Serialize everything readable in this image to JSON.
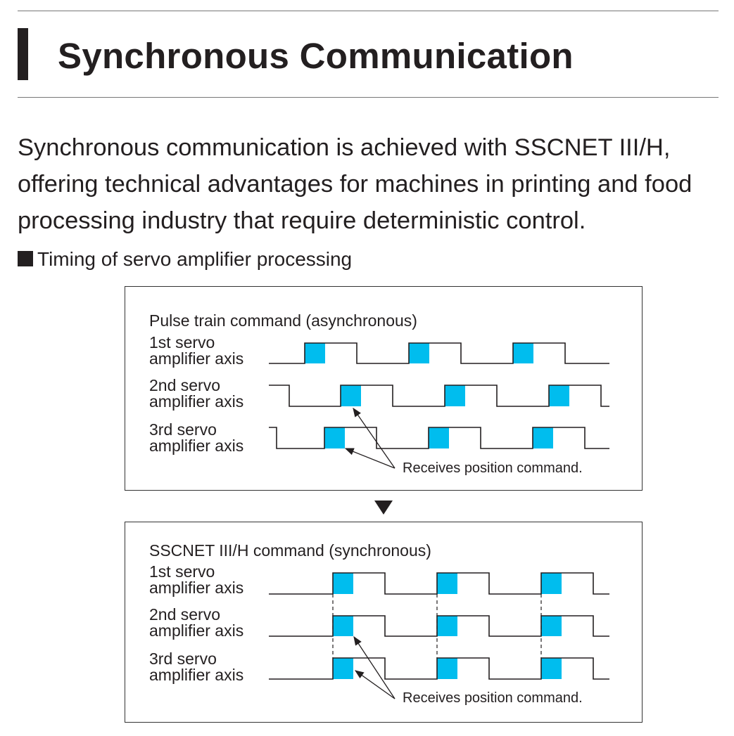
{
  "title": "Synchronous Communication",
  "intro": "Synchronous communication is achieved with SSCNET III/H, offering technical advantages for machines in printing and food processing industry that require deterministic control.",
  "section_heading": "Timing of servo amplifier processing",
  "colors": {
    "pulse_fill": "#00bdee",
    "line": "#231f20"
  },
  "diagrams": [
    {
      "title": "Pulse train command (asynchronous)",
      "axes": [
        {
          "line1": "1st servo",
          "line2": "amplifier axis"
        },
        {
          "line1": "2nd servo",
          "line2": "amplifier axis"
        },
        {
          "line1": "3rd servo",
          "line2": "amplifier axis"
        }
      ],
      "note": "Receives position command."
    },
    {
      "title": "SSCNET III/H command (synchronous)",
      "axes": [
        {
          "line1": "1st servo",
          "line2": "amplifier axis"
        },
        {
          "line1": "2nd servo",
          "line2": "amplifier axis"
        },
        {
          "line1": "3rd servo",
          "line2": "amplifier axis"
        }
      ],
      "note": "Receives position command."
    }
  ]
}
